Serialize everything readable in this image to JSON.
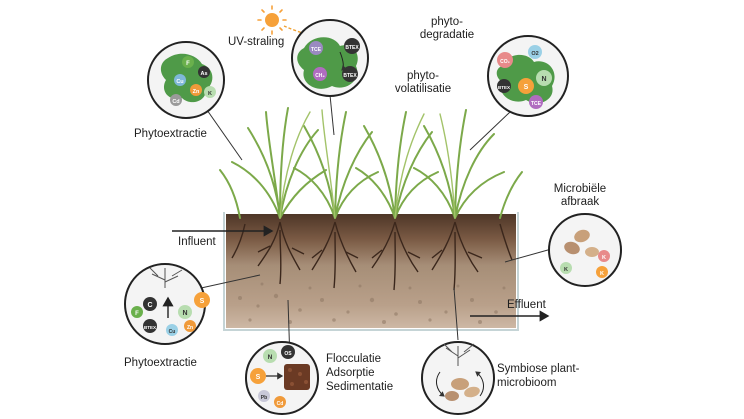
{
  "labels": {
    "uv": "UV-straling",
    "phyto_degradatie_1": "phyto-",
    "phyto_degradatie_2": "degradatie",
    "phyto_volatilisatie_1": "phyto-",
    "phyto_volatilisatie_2": "volatilisatie",
    "phytoextractie_top": "Phytoextractie",
    "phytoextractie_bottom": "Phytoextractie",
    "microbiele_1": "Microbiële",
    "microbiele_2": "afbraak",
    "influent": "Influent",
    "effluent": "Effluent",
    "flocculatie": "Flocculatie",
    "adsorptie": "Adsorptie",
    "sedimentatie": "Sedimentatie",
    "symbiose_1": "Symbiose plant-",
    "symbiose_2": "microbioom"
  },
  "badges": {
    "F": "F",
    "As": "As",
    "Cu": "Cu",
    "Cd": "Cd",
    "Zn": "Zn",
    "K": "K",
    "BTEX": "BTEX",
    "TCE": "TCE",
    "CH4": "CH₄",
    "O2": "O2",
    "CO2": "CO₂",
    "N": "N",
    "S": "S",
    "Pb": "Pb",
    "C": "C",
    "OS": "OS"
  },
  "colors": {
    "soil_top": "#5b4030",
    "soil_mid": "#a98f76",
    "soil_bottom": "#cbb4a0",
    "water": "#c7e3e4",
    "leaf": "#4f9a48",
    "grass": "#84b04e",
    "sun": "#f6a13a",
    "arrow": "#222222"
  }
}
